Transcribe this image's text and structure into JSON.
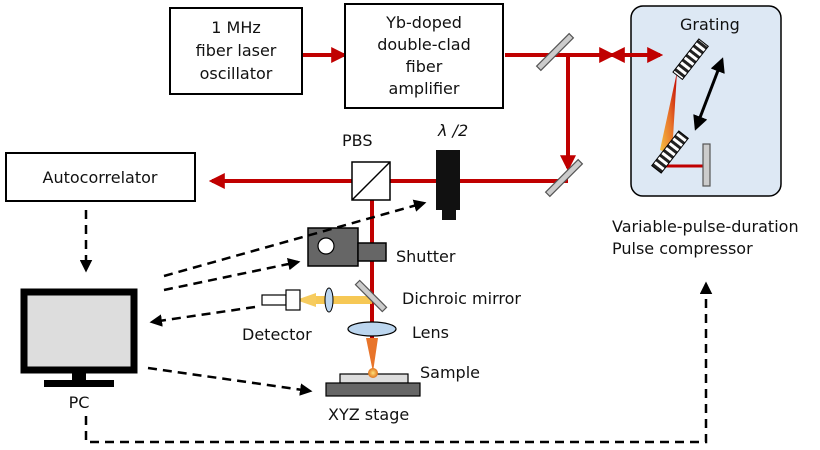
{
  "colors": {
    "beam": "#c00000",
    "beam_light": "#f5c242",
    "compressor_bg": "#dde8f4",
    "box_stroke": "#000000",
    "device_gray": "#666666",
    "mirror_fill": "#cccccc",
    "lens_fill": "#bcd6ef",
    "focus_spot": "#f2a12a"
  },
  "icons": {
    "pbs": "beam-splitter-cube-icon",
    "half_wave_plate": "waveplate-icon",
    "shutter": "shutter-icon",
    "detector": "photodetector-icon",
    "pc": "monitor-icon",
    "grating": "diffraction-grating-icon"
  },
  "boxes": {
    "oscillator": [
      "1 MHz",
      "fiber laser",
      "oscillator"
    ],
    "amplifier": [
      "Yb-doped",
      "double-clad",
      "fiber",
      "amplifier"
    ],
    "autocorrelator": "Autocorrelator"
  },
  "labels": {
    "pbs": "PBS",
    "half_wave": "λ /2",
    "grating": "Grating",
    "compressor": [
      "Variable-pulse-duration",
      "Pulse compressor"
    ],
    "shutter": "Shutter",
    "dichroic": "Dichroic mirror",
    "detector": "Detector",
    "lens": "Lens",
    "sample": "Sample",
    "stage": "XYZ stage",
    "pc": "PC"
  }
}
